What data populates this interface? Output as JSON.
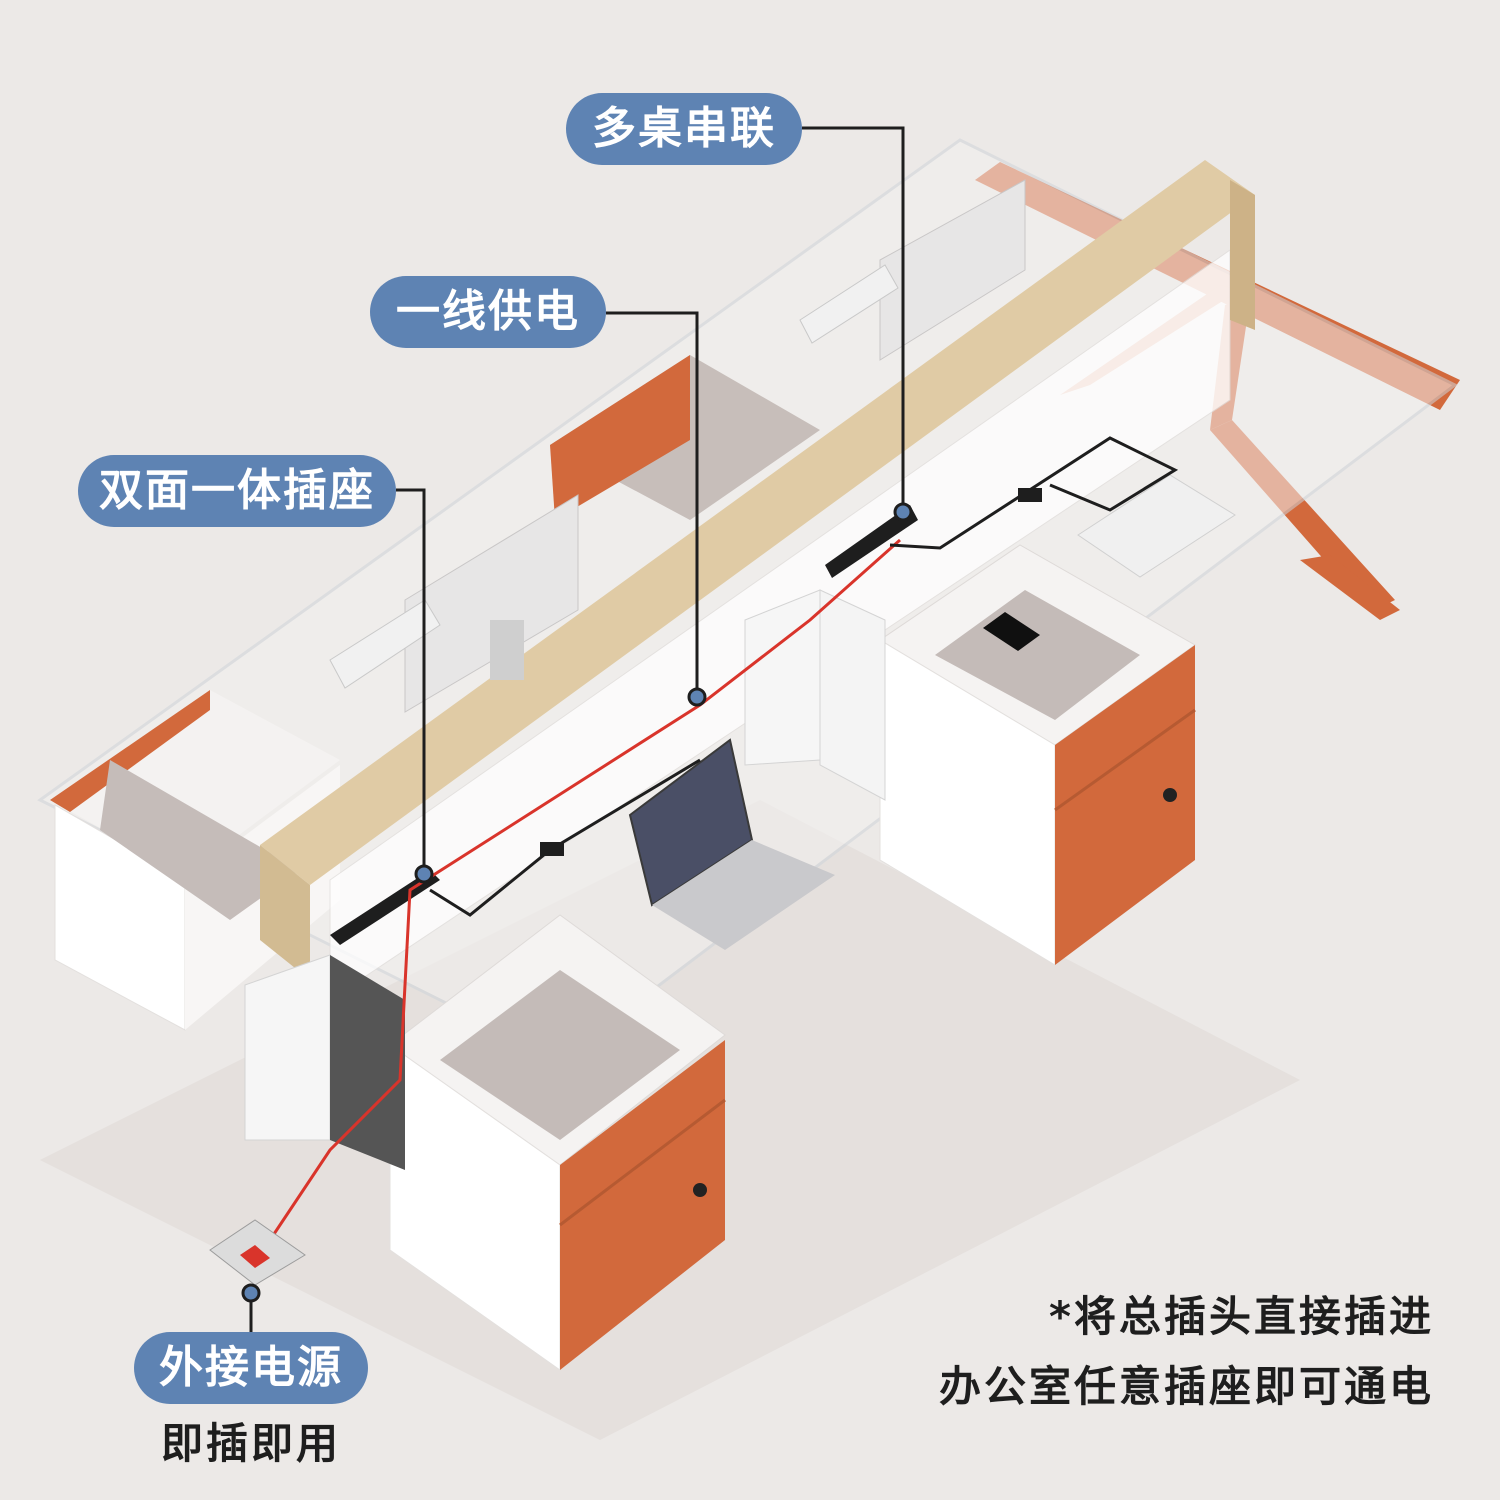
{
  "callouts": {
    "multi_desk_series": "多桌串联",
    "single_line_power": "一线供电",
    "double_sided_socket": "双面一体插座",
    "external_power": "外接电源"
  },
  "external_power_subtitle": "即插即用",
  "note": {
    "line1": "*将总插头直接插进",
    "line2": "办公室任意插座即可通电"
  },
  "colors": {
    "background": "#ece9e7",
    "callout_fill": "#5e83b3",
    "accent_orange": "#d2693c",
    "wood": "#e0cba5",
    "cable_red": "#d9342b"
  }
}
